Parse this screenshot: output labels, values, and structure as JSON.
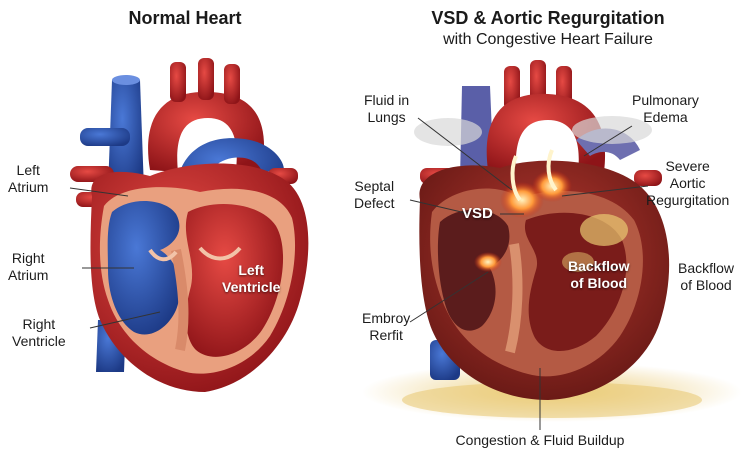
{
  "titles": {
    "left": "Normal Heart",
    "right_line1": "VSD & Aortic Regurgitation",
    "right_line2": "with Congestive Heart Failure"
  },
  "labels_left": {
    "left_atrium": "Left\nAtrium",
    "right_atrium": "Right\nAtrium",
    "right_ventricle": "Right\nVentricle",
    "left_ventricle": "Left\nVentricle"
  },
  "labels_right": {
    "fluid_lungs": "Fluid in\nLungs",
    "pulmonary_edema": "Pulmonary\nEdema",
    "septal_defect": "Septal\nDefect",
    "severe_ar": "Severe\nAortic\nRegurgitation",
    "vsd": "VSD",
    "backflow_inner": "Backflow\nof Blood",
    "backflow_outer": "Backflow\nof Blood",
    "embroy": "Embroy\nRerfit",
    "congestion": "Congestion & Fluid Buildup"
  },
  "colors": {
    "oxygenated_red": "#c8262a",
    "deoxygenated_blue": "#2f55b4",
    "muscle_pink": "#e9a07f",
    "fluid_yellow": "#e8c770"
  }
}
